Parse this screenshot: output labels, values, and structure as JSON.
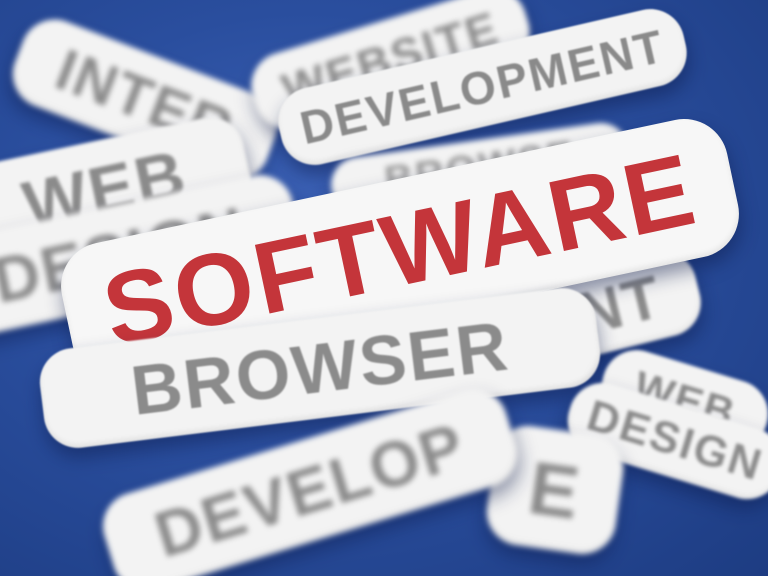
{
  "stickers": {
    "inter": "INTER",
    "website": "WEBSITE",
    "development": "DEVELOPMENT",
    "web_left": "WEB",
    "design_left": "DESIGN",
    "browser_back": "BROWSE",
    "software": "SOFTWARE",
    "nt": "NT",
    "browser": "BROWSER",
    "web_right": "WEB",
    "design_right": "DESIGN",
    "develop_bottom": "DEVELOP",
    "e_bottom": "E"
  },
  "colors": {
    "background": "#2a4e9e",
    "sticker": "#f3f3f3",
    "highlight_text": "#c4353a",
    "grey_text": "#8b8b8b"
  }
}
